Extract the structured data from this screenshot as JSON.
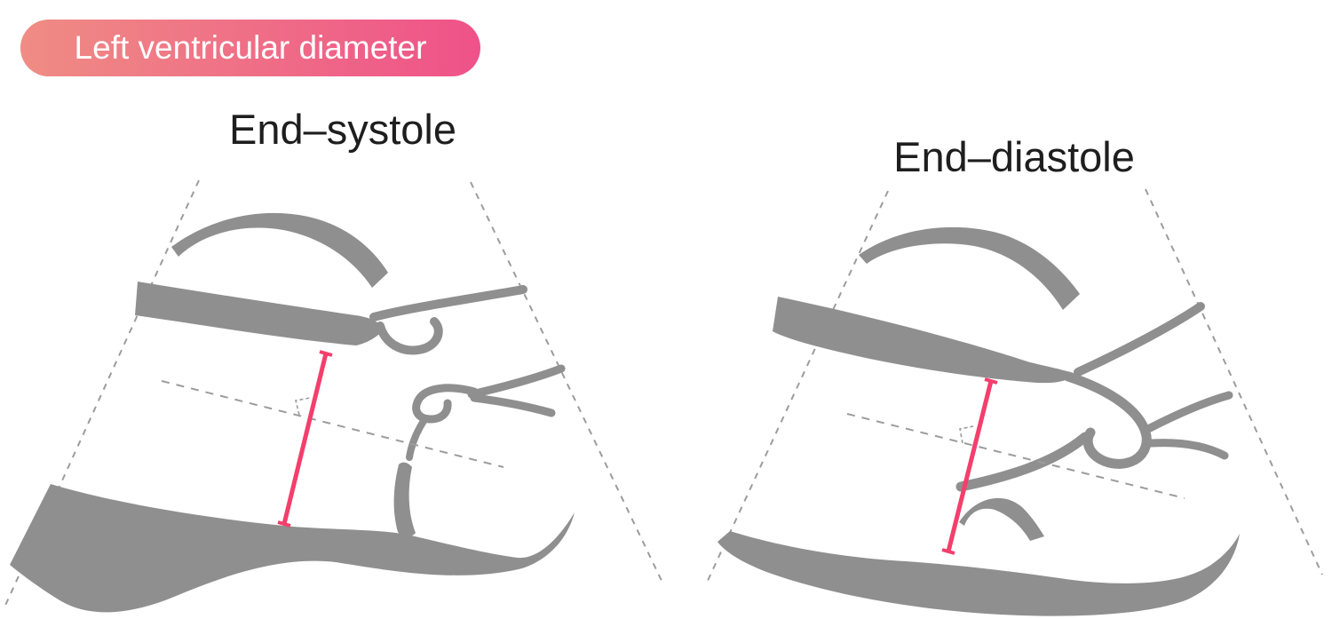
{
  "figure": {
    "badge": {
      "label": "Left ventricular diameter"
    },
    "panels": [
      {
        "title": "End–systole"
      },
      {
        "title": "End–diastole"
      }
    ]
  },
  "colors": {
    "background": "#ffffff",
    "anatomy_gray": "#8f8f8f",
    "dashed_gray": "#9c9c9c",
    "measurement_pink": "#f43e6c",
    "title_text": "#1e1e1e",
    "badge_text": "#ffffff",
    "badge_gradient_left": "#ef8c84",
    "badge_gradient_right": "#ef5289"
  }
}
